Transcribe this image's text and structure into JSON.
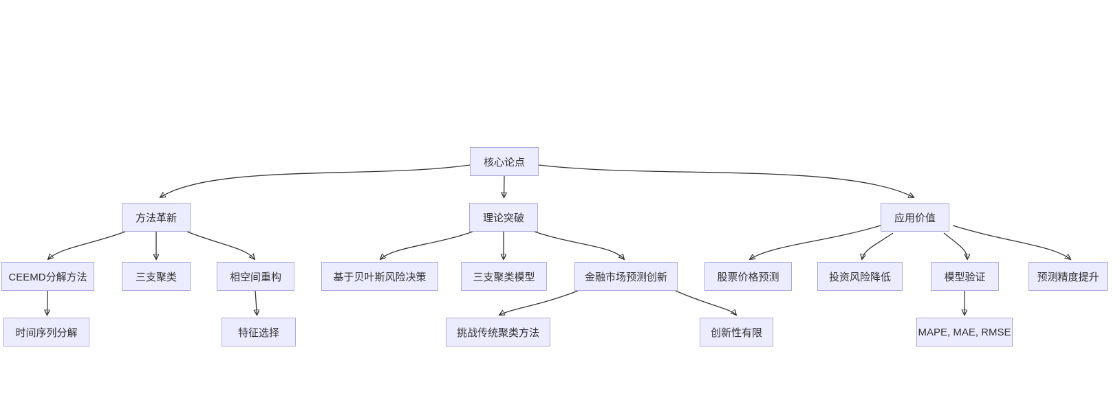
{
  "diagram": {
    "type": "flowchart",
    "direction": "top-down",
    "background_color": "#ffffff",
    "node_fill_color": "#ECECFF",
    "node_border_color": "#aaaae1",
    "edge_color": "#333333",
    "text_color": "#333333",
    "nodes": {
      "core": {
        "label": "核心论点"
      },
      "method": {
        "label": "方法革新"
      },
      "theory": {
        "label": "理论突破"
      },
      "value": {
        "label": "应用价值"
      },
      "ceemd": {
        "label": "CEEMD分解方法"
      },
      "threeway": {
        "label": "三支聚类"
      },
      "phase": {
        "label": "相空间重构"
      },
      "bayes": {
        "label": "基于贝叶斯风险决策"
      },
      "model": {
        "label": "三支聚类模型"
      },
      "finance": {
        "label": "金融市场预测创新"
      },
      "stock": {
        "label": "股票价格预测"
      },
      "invest": {
        "label": "投资风险降低"
      },
      "validation": {
        "label": "模型验证"
      },
      "precision": {
        "label": "预测精度提升"
      },
      "timeseries": {
        "label": "时间序列分解"
      },
      "feature": {
        "label": "特征选择"
      },
      "challenge": {
        "label": "挑战传统聚类方法"
      },
      "limited": {
        "label": "创新性有限"
      },
      "mape": {
        "label": "MAPE, MAE, RMSE"
      }
    },
    "edges": [
      {
        "from": "core",
        "to": "method"
      },
      {
        "from": "core",
        "to": "theory"
      },
      {
        "from": "core",
        "to": "value"
      },
      {
        "from": "method",
        "to": "ceemd"
      },
      {
        "from": "method",
        "to": "threeway"
      },
      {
        "from": "method",
        "to": "phase"
      },
      {
        "from": "theory",
        "to": "bayes"
      },
      {
        "from": "theory",
        "to": "model"
      },
      {
        "from": "theory",
        "to": "finance"
      },
      {
        "from": "value",
        "to": "stock"
      },
      {
        "from": "value",
        "to": "invest"
      },
      {
        "from": "value",
        "to": "validation"
      },
      {
        "from": "value",
        "to": "precision"
      },
      {
        "from": "ceemd",
        "to": "timeseries"
      },
      {
        "from": "phase",
        "to": "feature"
      },
      {
        "from": "finance",
        "to": "challenge"
      },
      {
        "from": "finance",
        "to": "limited"
      },
      {
        "from": "validation",
        "to": "mape"
      }
    ]
  }
}
